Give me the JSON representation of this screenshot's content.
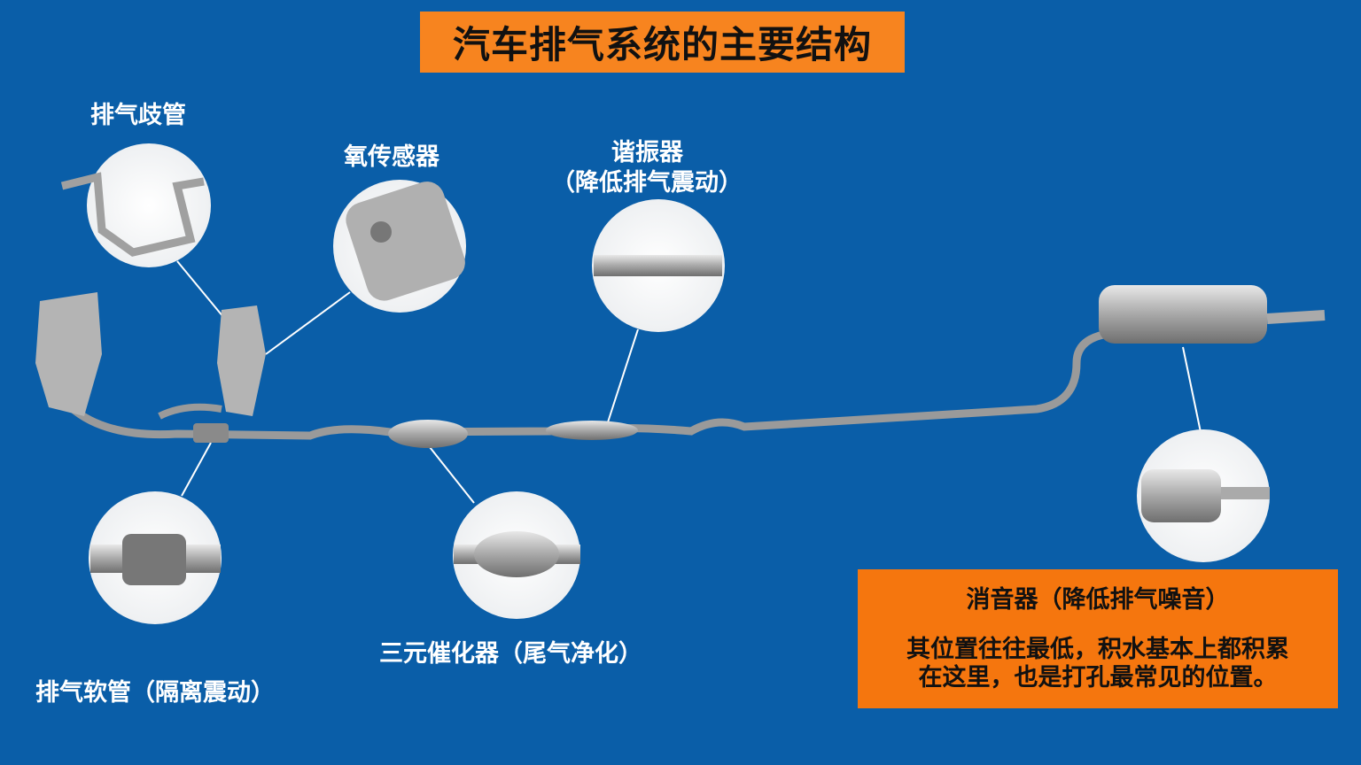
{
  "title": "汽车排气系统的主要结构",
  "labels": {
    "manifold": "排气歧管",
    "o2_sensor": "氧传感器",
    "resonator": "谐振器",
    "resonator_note": "（降低排气震动）",
    "catalytic": "三元催化器（尾气净化）",
    "flex_pipe": "排气软管（隔离震动）"
  },
  "muffler_box": {
    "title": "消音器（降低排气噪音）",
    "line1": "其位置往往最低，积水基本上都积累",
    "line2": "在这里，也是打孔最常见的位置。"
  },
  "colors": {
    "background": "#0a5ea8",
    "accent": "#f7841f"
  }
}
